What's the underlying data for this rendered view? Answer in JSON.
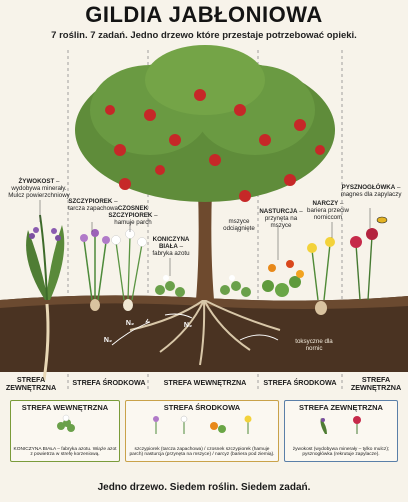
{
  "title": "GILDIA JABŁONIOWA",
  "subtitle": "7 roślin. 7 zadań. Jedno drzewo które przestaje potrzebować opieki.",
  "plant_labels": {
    "zywokost": {
      "name": "ŻYWOKOST",
      "desc": "– wydobywa minerały. Mulcz powierzchniowy"
    },
    "szczypiorek": {
      "name": "SZCZYPIOREK",
      "desc": "– tarcza zapachowa"
    },
    "czosnek": {
      "name": "CZOSNEK SZCZYPIOREK",
      "desc": "– hamuje parch"
    },
    "koniczyna": {
      "name": "KONICZYNA BIAŁA",
      "desc": "– fabryka azotu"
    },
    "mszyce": {
      "text": "mszyce odciągnięte"
    },
    "nasturcja": {
      "name": "NASTURCJA",
      "desc": "– przynęta na mszyce"
    },
    "narcyz": {
      "name": "NARCZY",
      "desc": "– bariera przeciw norniccom"
    },
    "pysznogłówka": {
      "name": "PYSZNOGŁÓWKA",
      "desc": "– magnes dla zapylaczy"
    },
    "toksyczne": {
      "text": "toksyczne dla nornic"
    }
  },
  "soil_labels": [
    "N₂",
    "N₂",
    "N₂"
  ],
  "zones": {
    "left": "STREFA ZEWNĘTRZNA",
    "middle_left": "STREFA ŚRODKOWA",
    "inner": "STREFA WEWNĘTRZNA",
    "middle_right": "STREFA ŚRODKOWA",
    "right": "STREFA ZEWNĘTRZNA"
  },
  "legend": [
    {
      "heading": "STREFA WEWNĘTRZNA",
      "text": "KONICZYNA BIAŁA – fabryka azotu. Wiąże azot z powietrza w strefę korzeniową.",
      "color": "#7a9b3a"
    },
    {
      "heading": "STREFA ŚRODKOWA",
      "text": "szczypiorek (tarcza zapachowa) / czosnek szczypiorek (hamuje parch) nasturcja (przynęta na mszyce) / narcyz (bariera pod ziemią).",
      "color": "#c9a24a"
    },
    {
      "heading": "STREFA ZEWNĘTRZNA",
      "text": "żywokost (wydobywa minerały – tylko mulcz); pysznogłówka (rekrutuje zapylacze).",
      "color": "#5a7fa8"
    }
  ],
  "footer": "Jedno drzewo. Siedem roślin. Siedem zadań."
}
